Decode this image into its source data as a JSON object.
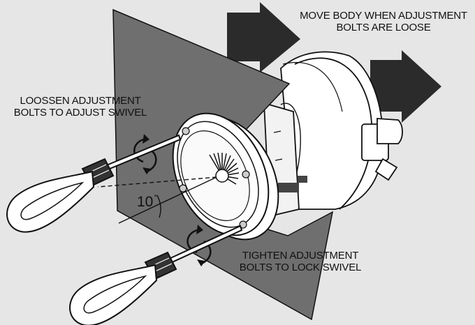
{
  "callouts": {
    "move_body": [
      "MOVE BODY WHEN ADJUSTMENT",
      "BOLTS ARE LOOSE"
    ],
    "loosen": [
      "LOOSSEN ADJUSTMENT",
      "BOLTS TO ADJUST SWIVEL"
    ],
    "tighten": [
      "TIGHTEN ADJUSTMENT",
      "BOLTS TO LOCK SWIVEL"
    ]
  },
  "angle": {
    "value": "10",
    "unit": "°"
  },
  "colors": {
    "background": "#e6e6e6",
    "plate": "#6f6f6f",
    "arrow": "#2b2b2b",
    "line": "#111111",
    "body": "#ffffff"
  }
}
